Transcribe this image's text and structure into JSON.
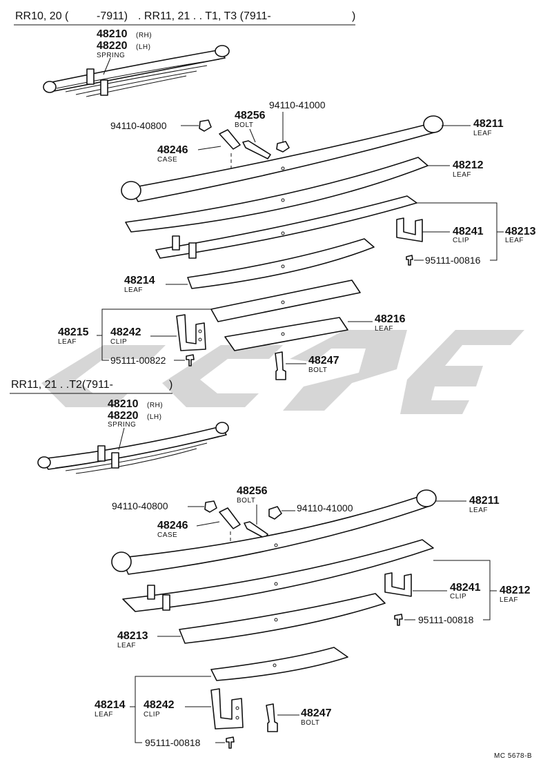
{
  "header_top": {
    "prefix": "RR10, 20 (",
    "range1": "-7911)",
    "suffix": ". RR11, 21 . . T1, T3 (7911-",
    "close": ")"
  },
  "header_mid": {
    "prefix": "RR11, 21 . .T2(7911-",
    "close": ")"
  },
  "spring_top": {
    "part_rh": "48210",
    "rh": "(RH)",
    "part_lh": "48220",
    "lh": "(LH)",
    "label": "SPRING"
  },
  "spring_mid": {
    "part_rh": "48210",
    "rh": "(RH)",
    "part_lh": "48220",
    "lh": "(LH)",
    "label": "SPRING"
  },
  "top_parts": {
    "nut_left": "94110-40800",
    "nut_right": "94110-41000",
    "bolt_center": {
      "part": "48256",
      "label": "BOLT"
    },
    "case": {
      "part": "48246",
      "label": "CASE"
    },
    "leaf1": {
      "part": "48211",
      "label": "LEAF"
    },
    "leaf2": {
      "part": "48212",
      "label": "LEAF"
    },
    "leaf3": {
      "part": "48213",
      "label": "LEAF"
    },
    "clip1": {
      "part": "48241",
      "label": "CLIP"
    },
    "rivet1": "95111-00816",
    "leaf4": {
      "part": "48214",
      "label": "LEAF"
    },
    "leaf5": {
      "part": "48215",
      "label": "LEAF"
    },
    "clip2": {
      "part": "48242",
      "label": "CLIP"
    },
    "rivet2": "95111-00822",
    "leaf6": {
      "part": "48216",
      "label": "LEAF"
    },
    "bolt_bottom": {
      "part": "48247",
      "label": "BOLT"
    }
  },
  "bottom_parts": {
    "nut_left": "94110-40800",
    "nut_right": "94110-41000",
    "bolt_center": {
      "part": "48256",
      "label": "BOLT"
    },
    "case": {
      "part": "48246",
      "label": "CASE"
    },
    "leaf1": {
      "part": "48211",
      "label": "LEAF"
    },
    "leaf2": {
      "part": "48212",
      "label": "LEAF"
    },
    "clip1": {
      "part": "48241",
      "label": "CLIP"
    },
    "rivet1": "95111-00818",
    "leaf3": {
      "part": "48213",
      "label": "LEAF"
    },
    "leaf4": {
      "part": "48214",
      "label": "LEAF"
    },
    "clip2": {
      "part": "48242",
      "label": "CLIP"
    },
    "rivet2": "95111-00818",
    "bolt_bottom": {
      "part": "48247",
      "label": "BOLT"
    }
  },
  "figure_code": "MC 5678-B",
  "watermark_icon": "watermark-logo-icon"
}
